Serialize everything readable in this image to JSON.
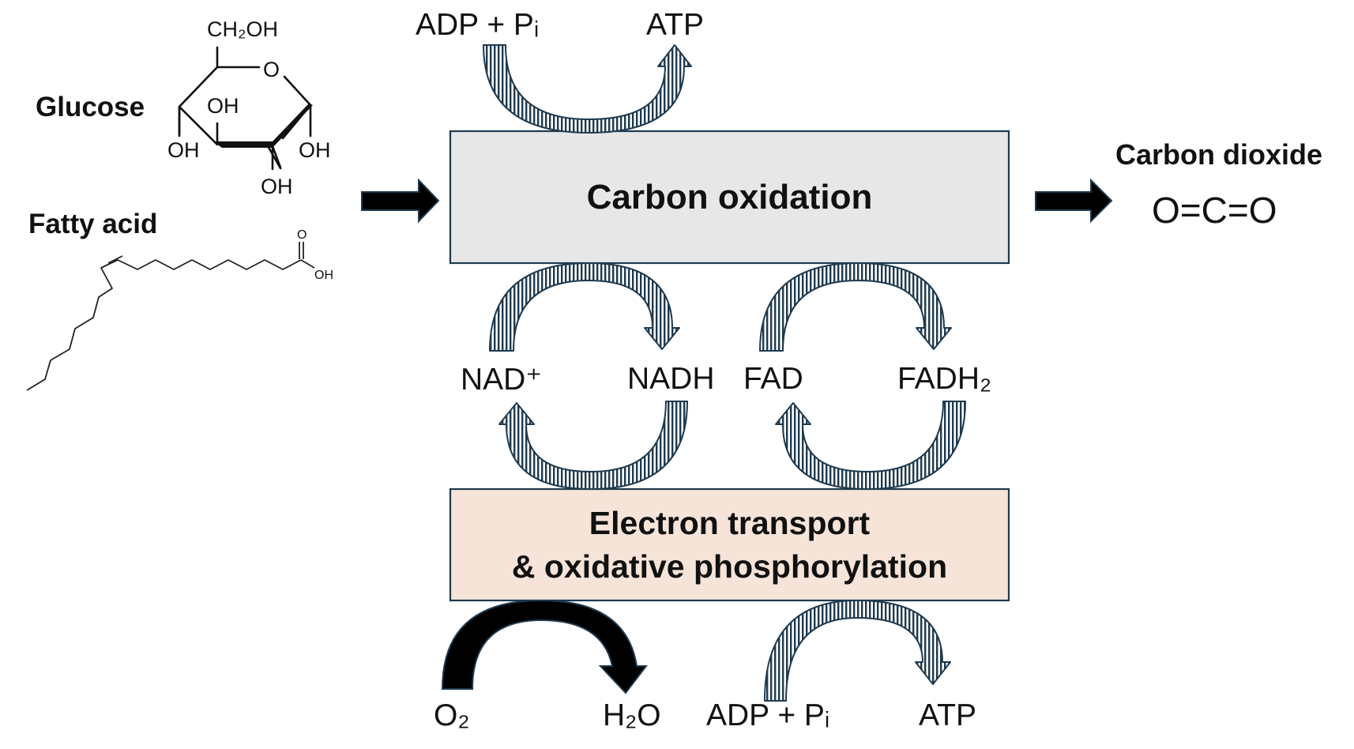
{
  "inputs": {
    "glucose": {
      "name": "Glucose",
      "ch2oh": "CH₂OH",
      "ring_o": "O",
      "oh": "OH"
    },
    "fatty_acid": {
      "name": "Fatty acid",
      "carbonyl_o": "O",
      "oh": "OH"
    }
  },
  "boxes": {
    "carbon_oxidation": "Carbon oxidation",
    "electron_transport_line1": "Electron transport",
    "electron_transport_line2": "& oxidative phosphorylation"
  },
  "output": {
    "name": "Carbon dioxide",
    "formula": "O=C=O"
  },
  "cofactors": {
    "adp_top": "ADP + Pᵢ",
    "atp_top": "ATP",
    "nad": "NAD⁺",
    "nadh": "NADH",
    "fad": "FAD",
    "fadh2": "FADH₂",
    "o2": "O₂",
    "h2o": "H₂O",
    "adp_bottom": "ADP + Pᵢ",
    "atp_bottom": "ATP"
  },
  "colors": {
    "box_border": "#1f3a4f",
    "carbon_box_fill": "#e7e7e7",
    "etc_box_fill": "#f6e4d8",
    "hatched_arrow_stroke": "#1f3a4f",
    "solid_arrow": "#000000"
  }
}
